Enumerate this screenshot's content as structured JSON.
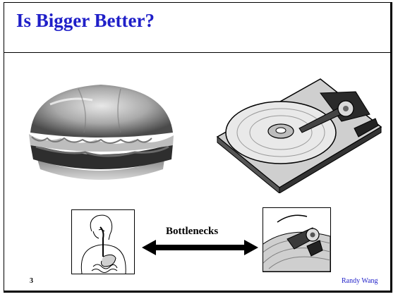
{
  "slide": {
    "title": "Is Bigger Better?",
    "title_color": "#1f1fc8",
    "center_label": "Bottlenecks",
    "page_number": "3",
    "author": "Randy Wang"
  },
  "illustrations": {
    "top_left": "hamburger-image",
    "top_right": "hard-drive-image",
    "bottom_left": "digestive-system-icon",
    "bottom_right": "disk-head-icon",
    "center": "double-arrow-icon"
  }
}
